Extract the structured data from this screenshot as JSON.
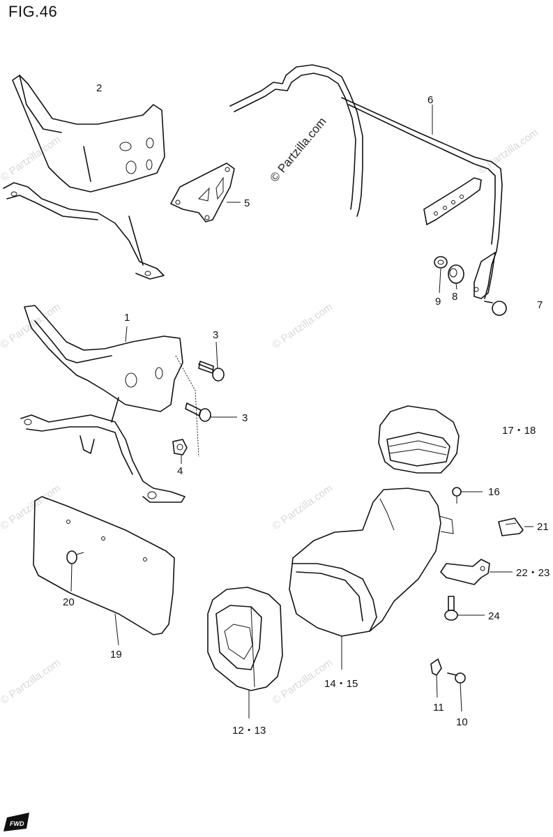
{
  "figure": {
    "title": "FIG.46"
  },
  "watermark": {
    "main": "© Partzilla.com",
    "faint": "© Partzilla.com"
  },
  "callouts": {
    "c1": "1",
    "c2": "2",
    "c3a": "3",
    "c3b": "3",
    "c4": "4",
    "c5": "5",
    "c6": "6",
    "c7": "7",
    "c8": "8",
    "c9": "9",
    "c10": "10",
    "c11": "11",
    "c12_13": "12・13",
    "c14_15": "14・15",
    "c16": "16",
    "c17_18": "17・18",
    "c19": "19",
    "c20": "20",
    "c21": "21",
    "c22_23": "22・23",
    "c24": "24"
  },
  "direction_badge": {
    "label": "FWD"
  }
}
